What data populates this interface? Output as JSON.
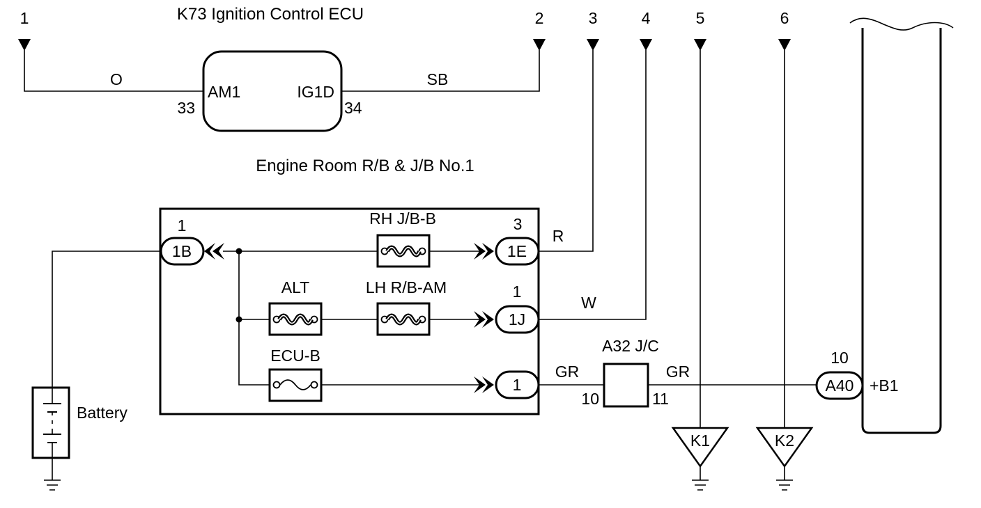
{
  "ecu": {
    "title": "K73 Ignition Control ECU",
    "left_pin_label": "AM1",
    "right_pin_label": "IG1D",
    "left_pin_number": "33",
    "right_pin_number": "34"
  },
  "relay_box": {
    "title": "Engine Room R/B & J/B No.1"
  },
  "connectors": {
    "c1B": {
      "label": "1B",
      "pin": "1"
    },
    "c1E": {
      "label": "1E",
      "pin": "3"
    },
    "c1J": {
      "label": "1J",
      "pin": "1"
    },
    "c1": {
      "label": "1"
    },
    "cA40": {
      "label": "A40",
      "pin": "10",
      "name": "+B1"
    }
  },
  "fuses": {
    "rh": "RH J/B-B",
    "alt": "ALT",
    "lh": "LH R/B-AM",
    "ecub": "ECU-B"
  },
  "junction": {
    "label": "A32 J/C",
    "pin_in": "10",
    "pin_out": "11"
  },
  "wires": {
    "o": "O",
    "sb": "SB",
    "r": "R",
    "w": "W",
    "gr_in": "GR",
    "gr_out": "GR"
  },
  "off_page": [
    "1",
    "2",
    "3",
    "4",
    "5",
    "6"
  ],
  "grounds": {
    "k1": "K1",
    "k2": "K2"
  },
  "battery": {
    "label": "Battery"
  }
}
